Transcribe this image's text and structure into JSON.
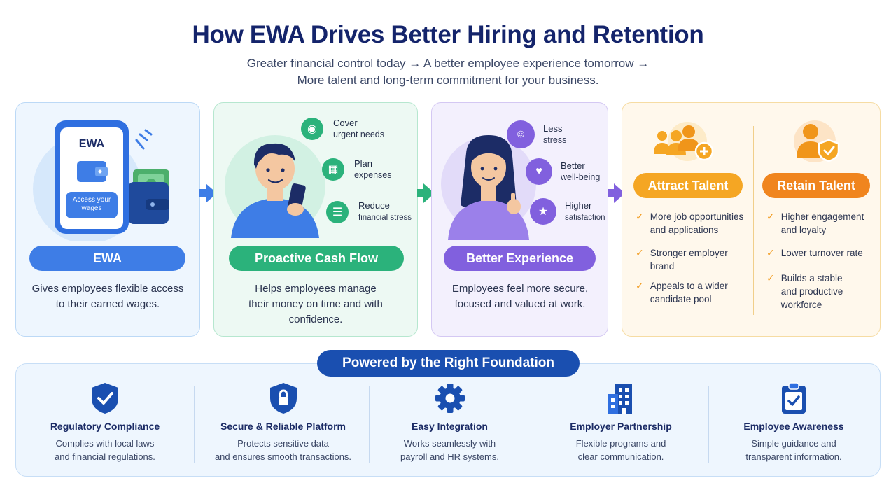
{
  "title": "How EWA Drives Better Hiring and Retention",
  "subtitle_line1": "Greater financial control today → A better employee experience tomorrow →",
  "subtitle_line2": "More talent and long-term commitment for your business.",
  "step1": {
    "phone_title": "EWA",
    "phone_button": "Access your wages",
    "label": "EWA",
    "description": "Gives employees flexible access to their earned wages."
  },
  "step2": {
    "benefits": [
      {
        "title": "Cover",
        "text": "urgent needs"
      },
      {
        "title": "Plan",
        "text": "expenses"
      },
      {
        "title": "Reduce",
        "text": "financial stress"
      }
    ],
    "label": "Proactive Cash Flow",
    "description": "Helps employees manage their money on time and with confidence."
  },
  "step3": {
    "benefits": [
      {
        "title": "Less",
        "text": "stress"
      },
      {
        "title": "Better",
        "text": "well-being"
      },
      {
        "title": "Higher",
        "text": "satisfaction"
      }
    ],
    "label": "Better Experience",
    "description": "Employees feel more secure, focused and valued at work."
  },
  "step4": {
    "attract": {
      "label": "Attract Talent",
      "items": [
        "More job opportunities and applications",
        "Stronger employer brand",
        "Appeals to a wider candidate pool"
      ]
    },
    "retain": {
      "label": "Retain Talent",
      "items": [
        "Higher engagement and loyalty",
        "Lower turnover rate",
        "Builds a stable and productive workforce"
      ]
    }
  },
  "foundation": {
    "label": "Powered by the Right Foundation",
    "items": [
      {
        "name": "Regulatory Compliance",
        "icon": "shield-check-icon",
        "desc1": "Complies with local laws",
        "desc2": "and financial regulations."
      },
      {
        "name": "Secure & Reliable Platform",
        "icon": "shield-lock-icon",
        "desc1": "Protects sensitive data",
        "desc2": "and ensures smooth transactions."
      },
      {
        "name": "Easy Integration",
        "icon": "gear-icon",
        "desc1": "Works seamlessly with",
        "desc2": "payroll and HR systems."
      },
      {
        "name": "Employer Partnership",
        "icon": "building-icon",
        "desc1": "Flexible programs and",
        "desc2": "clear communication."
      },
      {
        "name": "Employee Awareness",
        "icon": "clipboard-check-icon",
        "desc1": "Simple guidance and",
        "desc2": "transparent information."
      }
    ]
  },
  "colors": {
    "blue": "#3e7de6",
    "green": "#2bb27b",
    "purple": "#8160de",
    "orange": "#f5a623",
    "navy": "#1a4fb0"
  }
}
